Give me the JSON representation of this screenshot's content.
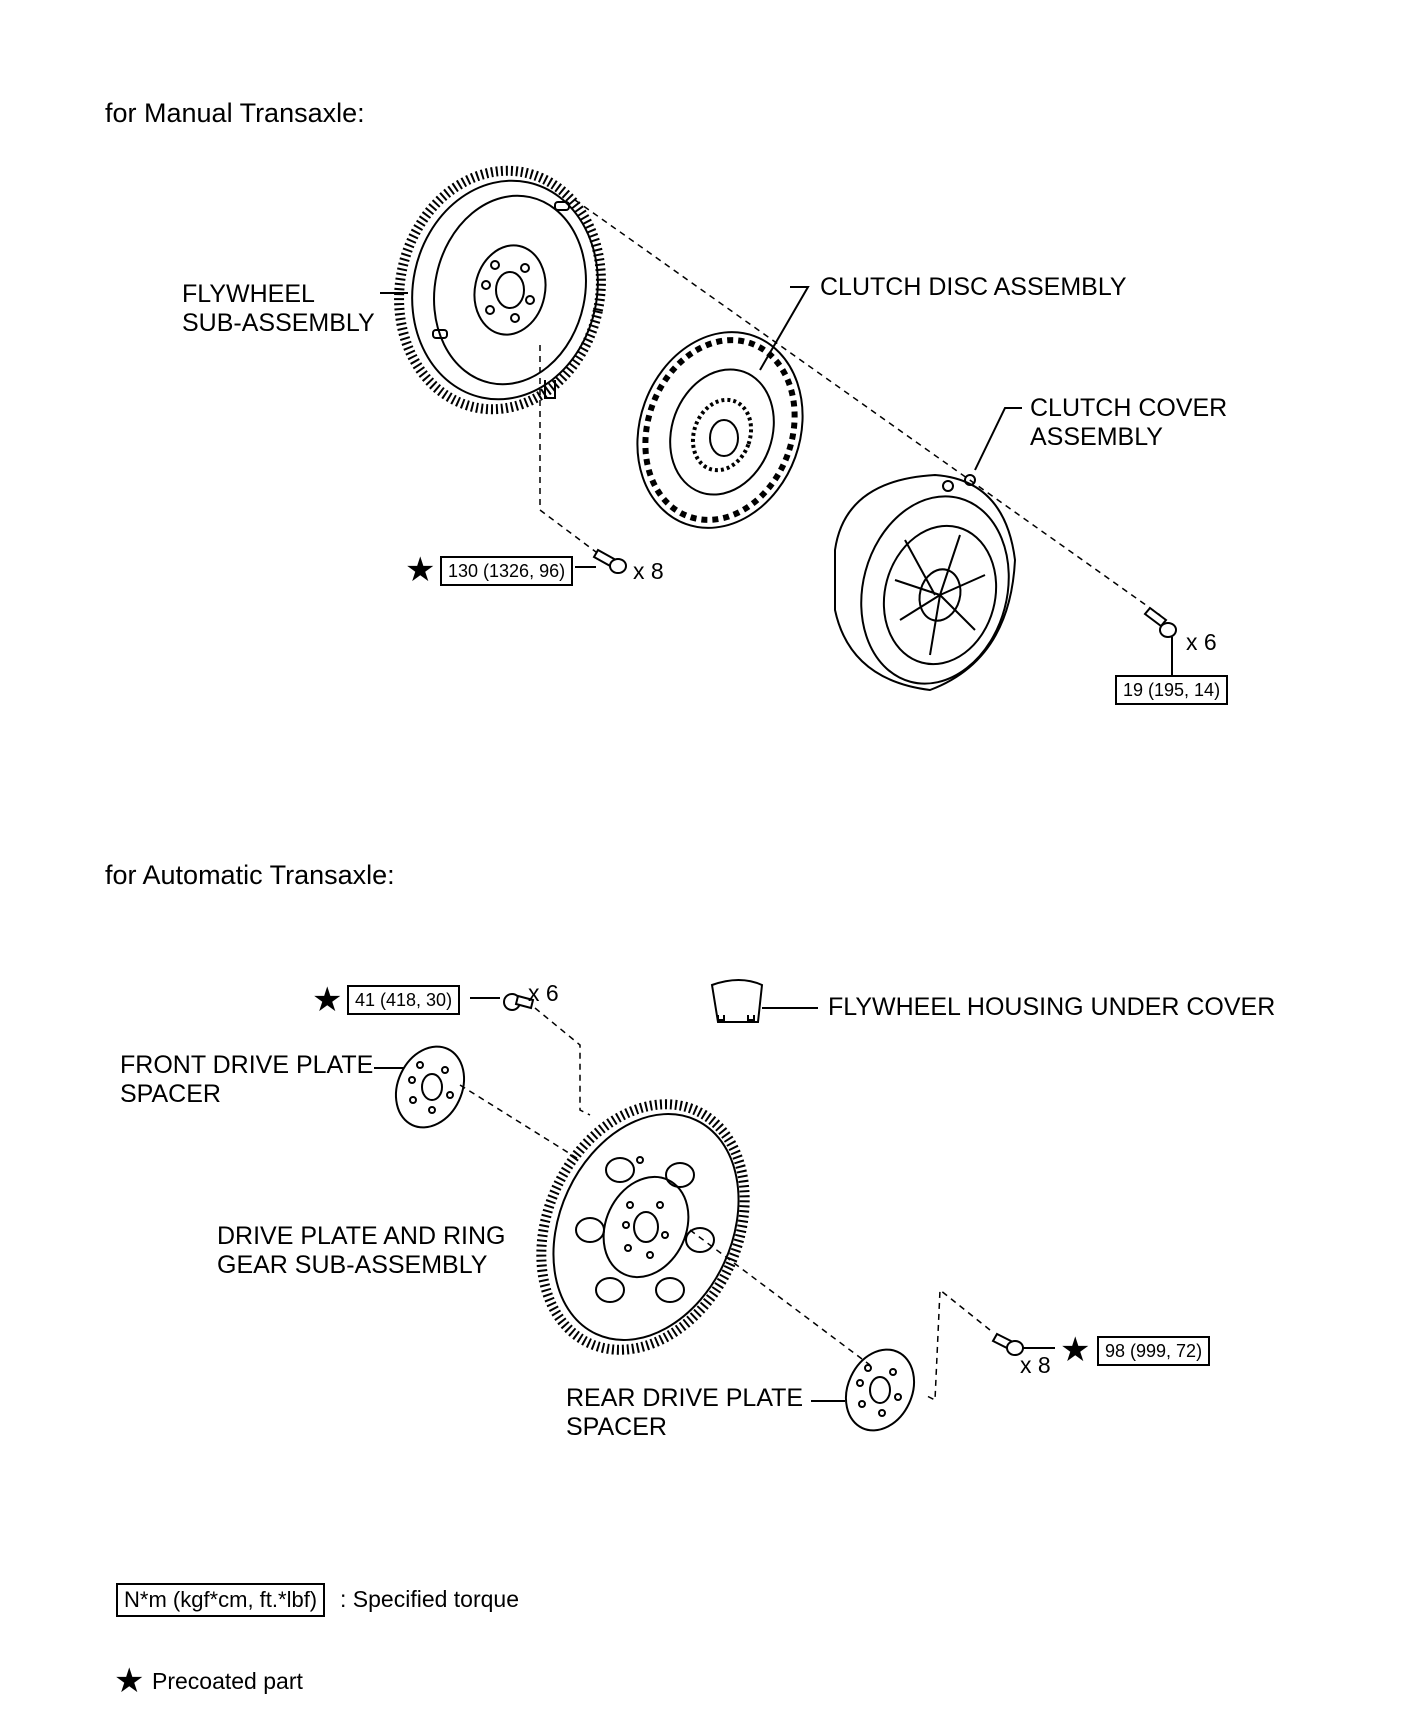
{
  "manual": {
    "heading": "for Manual Transaxle:",
    "flywheel": "FLYWHEEL\nSUB-ASSEMBLY",
    "clutch_disc": "CLUTCH DISC ASSEMBLY",
    "clutch_cover": "CLUTCH COVER\nASSEMBLY",
    "torque_flywheel": "130 (1326, 96)",
    "qty_flywheel": "x 8",
    "torque_cover": "19 (195, 14)",
    "qty_cover": "x 6"
  },
  "automatic": {
    "heading": "for Automatic Transaxle:",
    "torque_top": "41 (418, 30)",
    "qty_top": "x 6",
    "housing_cover": "FLYWHEEL HOUSING UNDER COVER",
    "front_spacer": "FRONT DRIVE PLATE\nSPACER",
    "drive_plate": "DRIVE PLATE AND RING\nGEAR SUB-ASSEMBLY",
    "rear_spacer": "REAR DRIVE PLATE\nSPACER",
    "torque_rear": "98 (999, 72)",
    "qty_rear": "x 8"
  },
  "legend": {
    "torque_box": "N*m (kgf*cm, ft.*lbf)",
    "torque_text": ": Specified torque",
    "star_text": "Precoated part"
  },
  "icons": {
    "precoat": "star-icon"
  }
}
